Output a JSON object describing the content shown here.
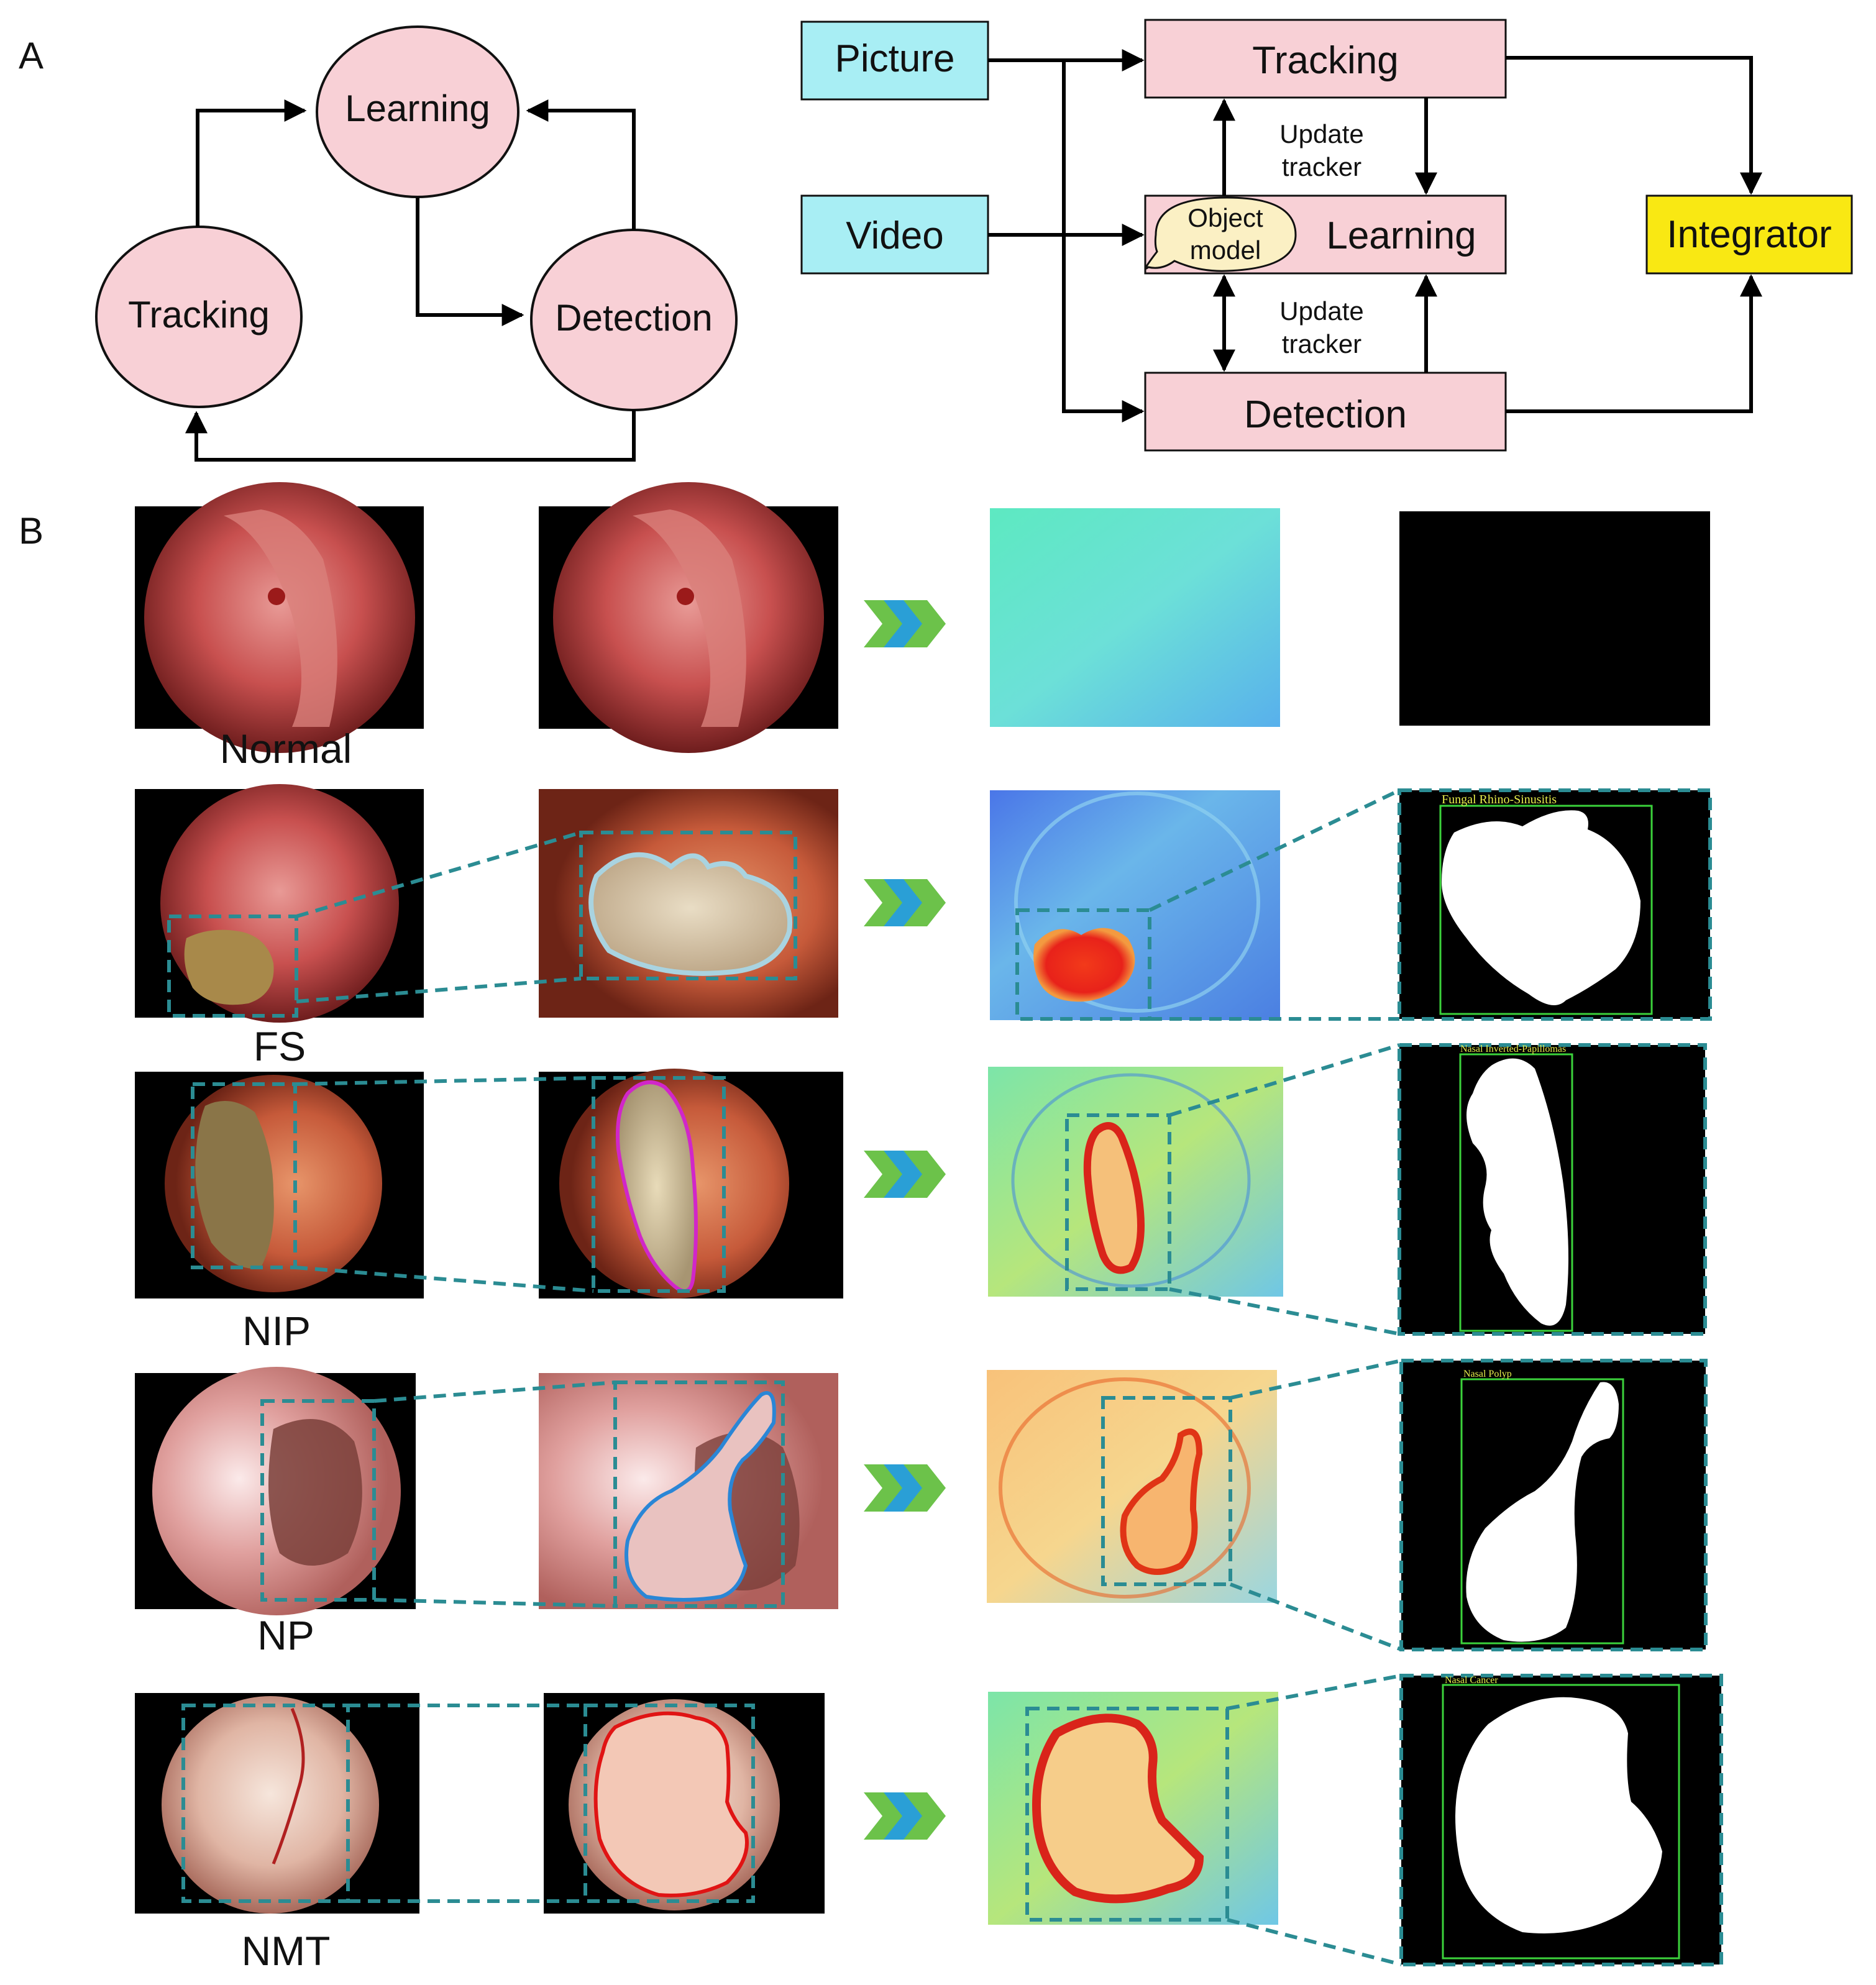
{
  "panel_labels": {
    "a": "A",
    "b": "B"
  },
  "cycle": {
    "learning": "Learning",
    "tracking": "Tracking",
    "detection": "Detection"
  },
  "flow": {
    "picture": "Picture",
    "video": "Video",
    "tracking": "Tracking",
    "learning": "Learning",
    "detection": "Detection",
    "integrator": "Integrator",
    "object_model": [
      "Object",
      "model"
    ],
    "update_tracker_1": [
      "Update",
      "tracker"
    ],
    "update_tracker_2": [
      "Update",
      "tracker"
    ]
  },
  "rows": [
    {
      "label": "Normal",
      "detected": false,
      "mask_label": ""
    },
    {
      "label": "FS",
      "detected": true,
      "mask_label": "Fungal Rhino-Sinusitis"
    },
    {
      "label": "NIP",
      "detected": true,
      "mask_label": "Nasal Inverted-Papillomas"
    },
    {
      "label": "NP",
      "detected": true,
      "mask_label": "Nasal Polyp"
    },
    {
      "label": "NMT",
      "detected": true,
      "mask_label": "Nasal Cancer"
    }
  ],
  "colors": {
    "pink_node": "#f8d0d6",
    "cyan_input": "#a8eef4",
    "integrator": "#f9e813",
    "callout": "#fbf0c4",
    "dashed_teal": "#2b8c93",
    "chevron_green": "#6cc24a",
    "chevron_blue": "#2a9fd6",
    "fs_outline": "#a9d3e0",
    "nip_outline": "#d126c9",
    "np_outline": "#2a86d6",
    "nmt_outline": "#e01414",
    "bbox_green": "#3bd23b",
    "mask_text": "#e8ef4c"
  }
}
